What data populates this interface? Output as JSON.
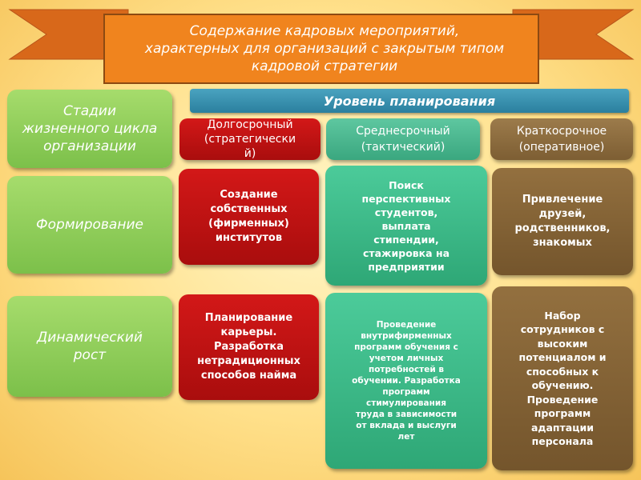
{
  "banner": {
    "lines": [
      "Содержание кадровых мероприятий,",
      "характерных для организаций с закрытым типом",
      "кадровой стратегии"
    ]
  },
  "planning_level": "Уровень планирования",
  "stages_header": [
    "Стадии",
    "жизненного цикла",
    "организации"
  ],
  "columns": [
    {
      "lines": [
        "Долгосрочный",
        "(стратегически",
        "й)"
      ]
    },
    {
      "lines": [
        "Среднесрочный",
        "(тактический)"
      ]
    },
    {
      "lines": [
        "Краткосрочное",
        "(оперативное)"
      ]
    }
  ],
  "rows": [
    {
      "stage": [
        "Формирование"
      ],
      "long": [
        "Создание",
        "собственных",
        "(фирменных)",
        "институтов"
      ],
      "mid": [
        "Поиск",
        "перспективных",
        "студентов,",
        "выплата",
        "стипендии,",
        "стажировка на",
        "предприятии"
      ],
      "short": [
        "Привлечение",
        "друзей,",
        "родственников,",
        "знакомых"
      ]
    },
    {
      "stage": [
        "Динамический",
        "рост"
      ],
      "long": [
        "Планирование",
        "карьеры.",
        "Разработка",
        "нетрадиционных",
        "способов найма"
      ],
      "mid": [
        "Проведение",
        "внутрифирменных",
        "программ обучения с",
        "учетом личных",
        "потребностей в",
        "обучении. Разработка",
        "программ",
        "стимулирования",
        "труда в зависимости",
        "от вклада и выслуги",
        "лет"
      ],
      "short": [
        "Набор",
        "сотрудников с",
        "высоким",
        "потенциалом и",
        "способных к",
        "обучению.",
        "Проведение",
        "программ",
        "адаптации",
        "персонала"
      ]
    }
  ],
  "colors": {
    "ribbon": "#f0841e",
    "level_bar": "#2a7f9e",
    "green": "#8fcf58",
    "red": "#c01212",
    "teal": "#3cb88a",
    "brown": "#866535"
  }
}
